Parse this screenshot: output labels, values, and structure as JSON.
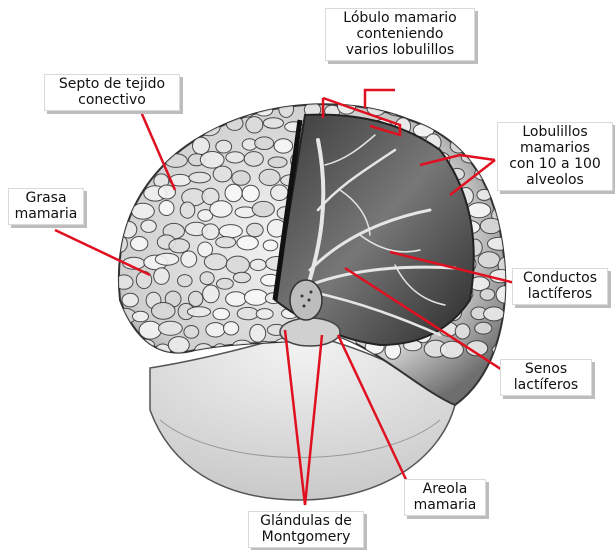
{
  "colors": {
    "leader_line": "#e01020",
    "tissue_light": "#eeeeee",
    "tissue_dark": "#2a2a2a",
    "background": "#ffffff"
  },
  "labels": {
    "lobulo": {
      "lines": [
        "Lóbulo mamario",
        "conteniendo",
        "varios lobulillos"
      ]
    },
    "septo": {
      "lines": [
        "Septo de tejido",
        "conectivo"
      ]
    },
    "lobulillos": {
      "lines": [
        "Lobulillos",
        "mamarios",
        "con 10 a 100",
        "alveolos"
      ]
    },
    "grasa": {
      "lines": [
        "Grasa",
        "mamaria"
      ]
    },
    "conductos": {
      "lines": [
        "Conductos",
        "lactíferos"
      ]
    },
    "senos": {
      "lines": [
        "Senos",
        "lactíferos"
      ]
    },
    "areola": {
      "lines": [
        "Areola",
        "mamaria"
      ]
    },
    "glandulas": {
      "lines": [
        "Glándulas de",
        "Montgomery"
      ]
    }
  }
}
